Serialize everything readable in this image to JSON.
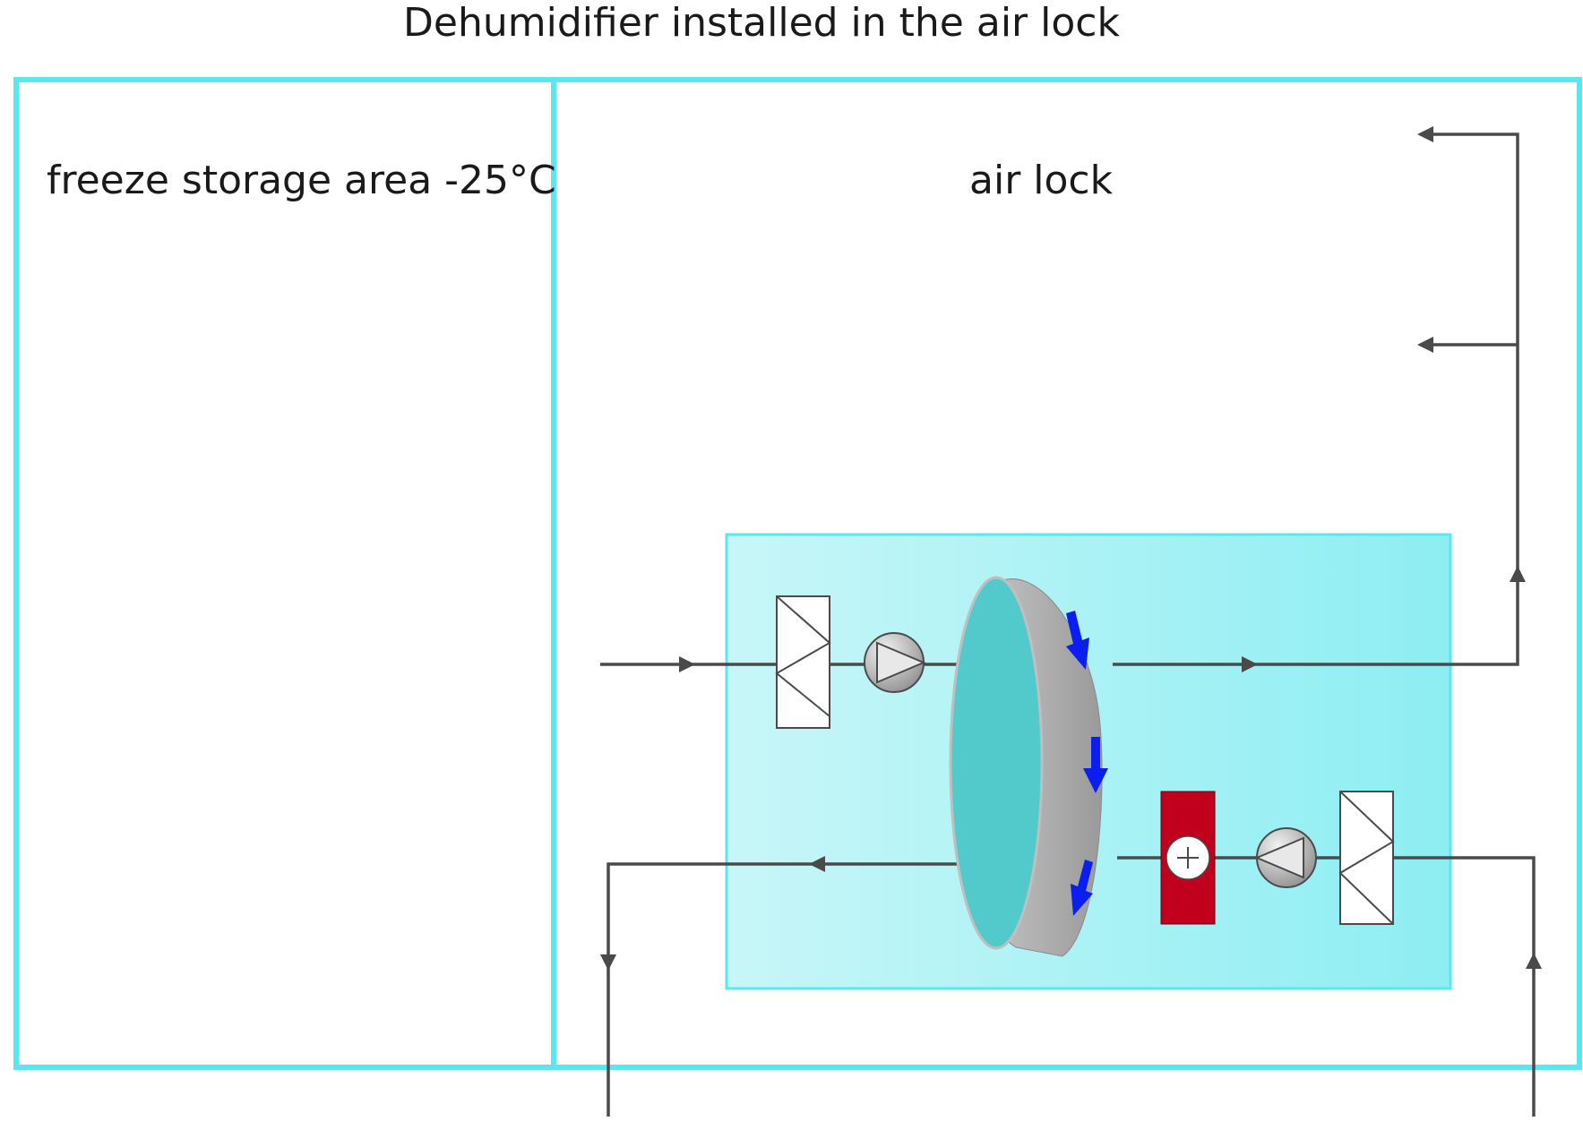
{
  "title": "Dehumidifier installed in the air lock",
  "rooms": {
    "freeze_storage": "freeze storage area -25°C",
    "air_lock": "air lock"
  },
  "colors": {
    "wall": "#5ae8f0",
    "unit_fill_left": "#c8f5f8",
    "unit_fill_right": "#8deef2",
    "duct": "#4a4a4a",
    "wheel_face": "#52cacb",
    "wheel_rim": "#a9a9a9",
    "rotation_arrows": "#0a1ef0",
    "heater": "#c0001c"
  },
  "components": [
    "filter-icon",
    "fan-icon",
    "desiccant-wheel-icon",
    "heater-icon"
  ]
}
